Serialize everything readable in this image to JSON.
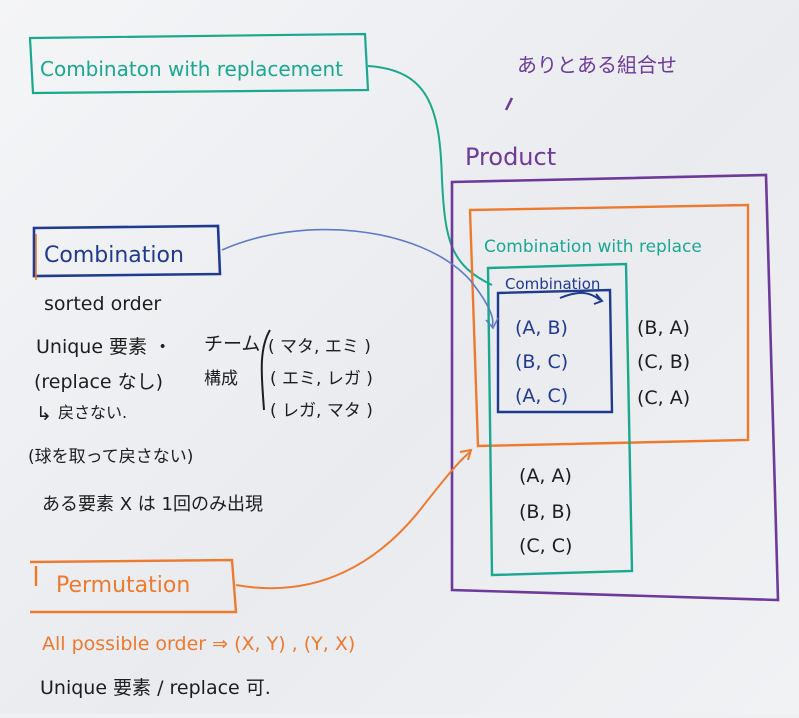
{
  "colors": {
    "teal": "#1aa88f",
    "blue": "#203a8f",
    "orange": "#ee7a2e",
    "purple": "#6d3a9a",
    "black": "#1d1d1f",
    "board": "#f1f2f4"
  },
  "labels": {
    "comb_with_repl": "Combinaton with replacement",
    "jp_all": "ありとある組合せ",
    "product": "Product",
    "combination": "Combination",
    "comb_with_repl_inner": "Combination with replace",
    "combination_inner": "Combination",
    "permutation": "Permutation"
  },
  "pairs": {
    "combination": [
      "(A, B)",
      "(B, C)",
      "(A, C)"
    ],
    "reversed": [
      "(B, A)",
      "(C, B)",
      "(C, A)"
    ],
    "repeated": [
      "(A, A)",
      "(B, B)",
      "(C, C)"
    ]
  },
  "notes": {
    "sorted": "sorted order",
    "unique": "Unique 要素 ・",
    "team": "チーム",
    "koosei": "構成",
    "replace_none": "(replace なし)",
    "arrow_hook": "↳",
    "modosanai": "戻さない.",
    "tama": "(球を取って戻さない)",
    "aru": "ある要素 X は 1回のみ出現",
    "team_pairs": [
      "( マタ, エミ )",
      "( エミ, レガ )",
      "( レガ, マタ )"
    ],
    "all_possible": "All possible order ⇒ (X, Y) , (Y, X)",
    "unique_repl": "Unique 要素 / replace 可."
  }
}
